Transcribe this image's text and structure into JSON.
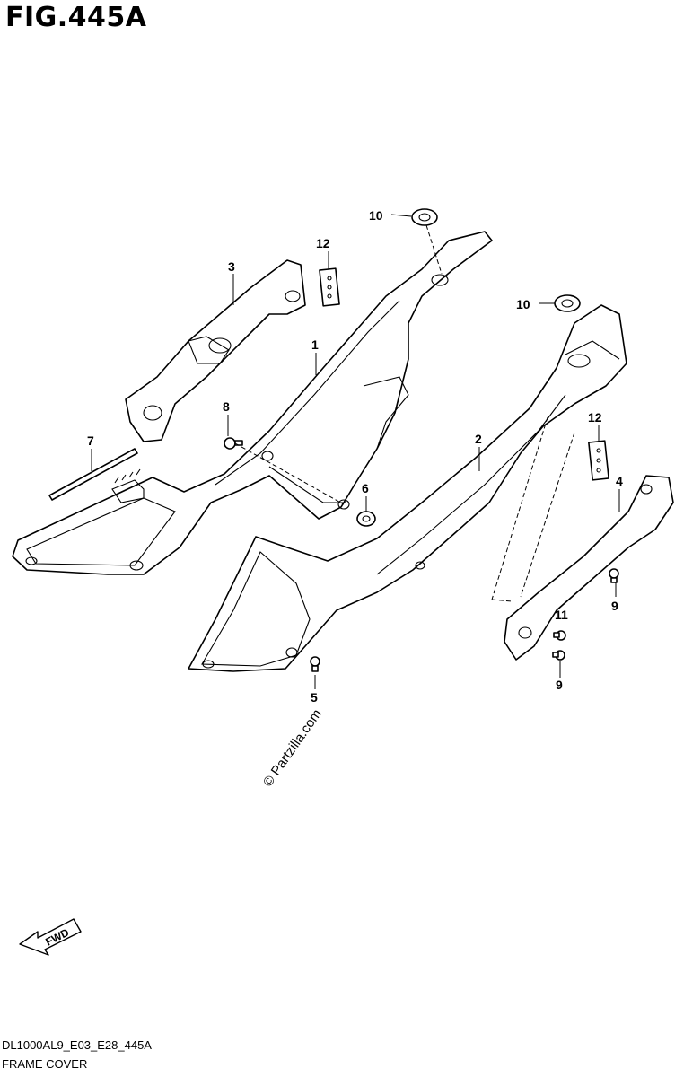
{
  "figure": {
    "title": "FIG.445A",
    "diagram_code": "DL1000AL9_E03_E28_445A",
    "caption": "FRAME COVER",
    "watermark": "© Partzilla.com",
    "fwd_label": "FWD"
  },
  "callouts": {
    "c1": "1",
    "c2": "2",
    "c3": "3",
    "c4": "4",
    "c5": "5",
    "c6": "6",
    "c7": "7",
    "c8": "8",
    "c9a": "9",
    "c9b": "9",
    "c10a": "10",
    "c10b": "10",
    "c11": "11",
    "c12a": "12",
    "c12b": "12"
  }
}
